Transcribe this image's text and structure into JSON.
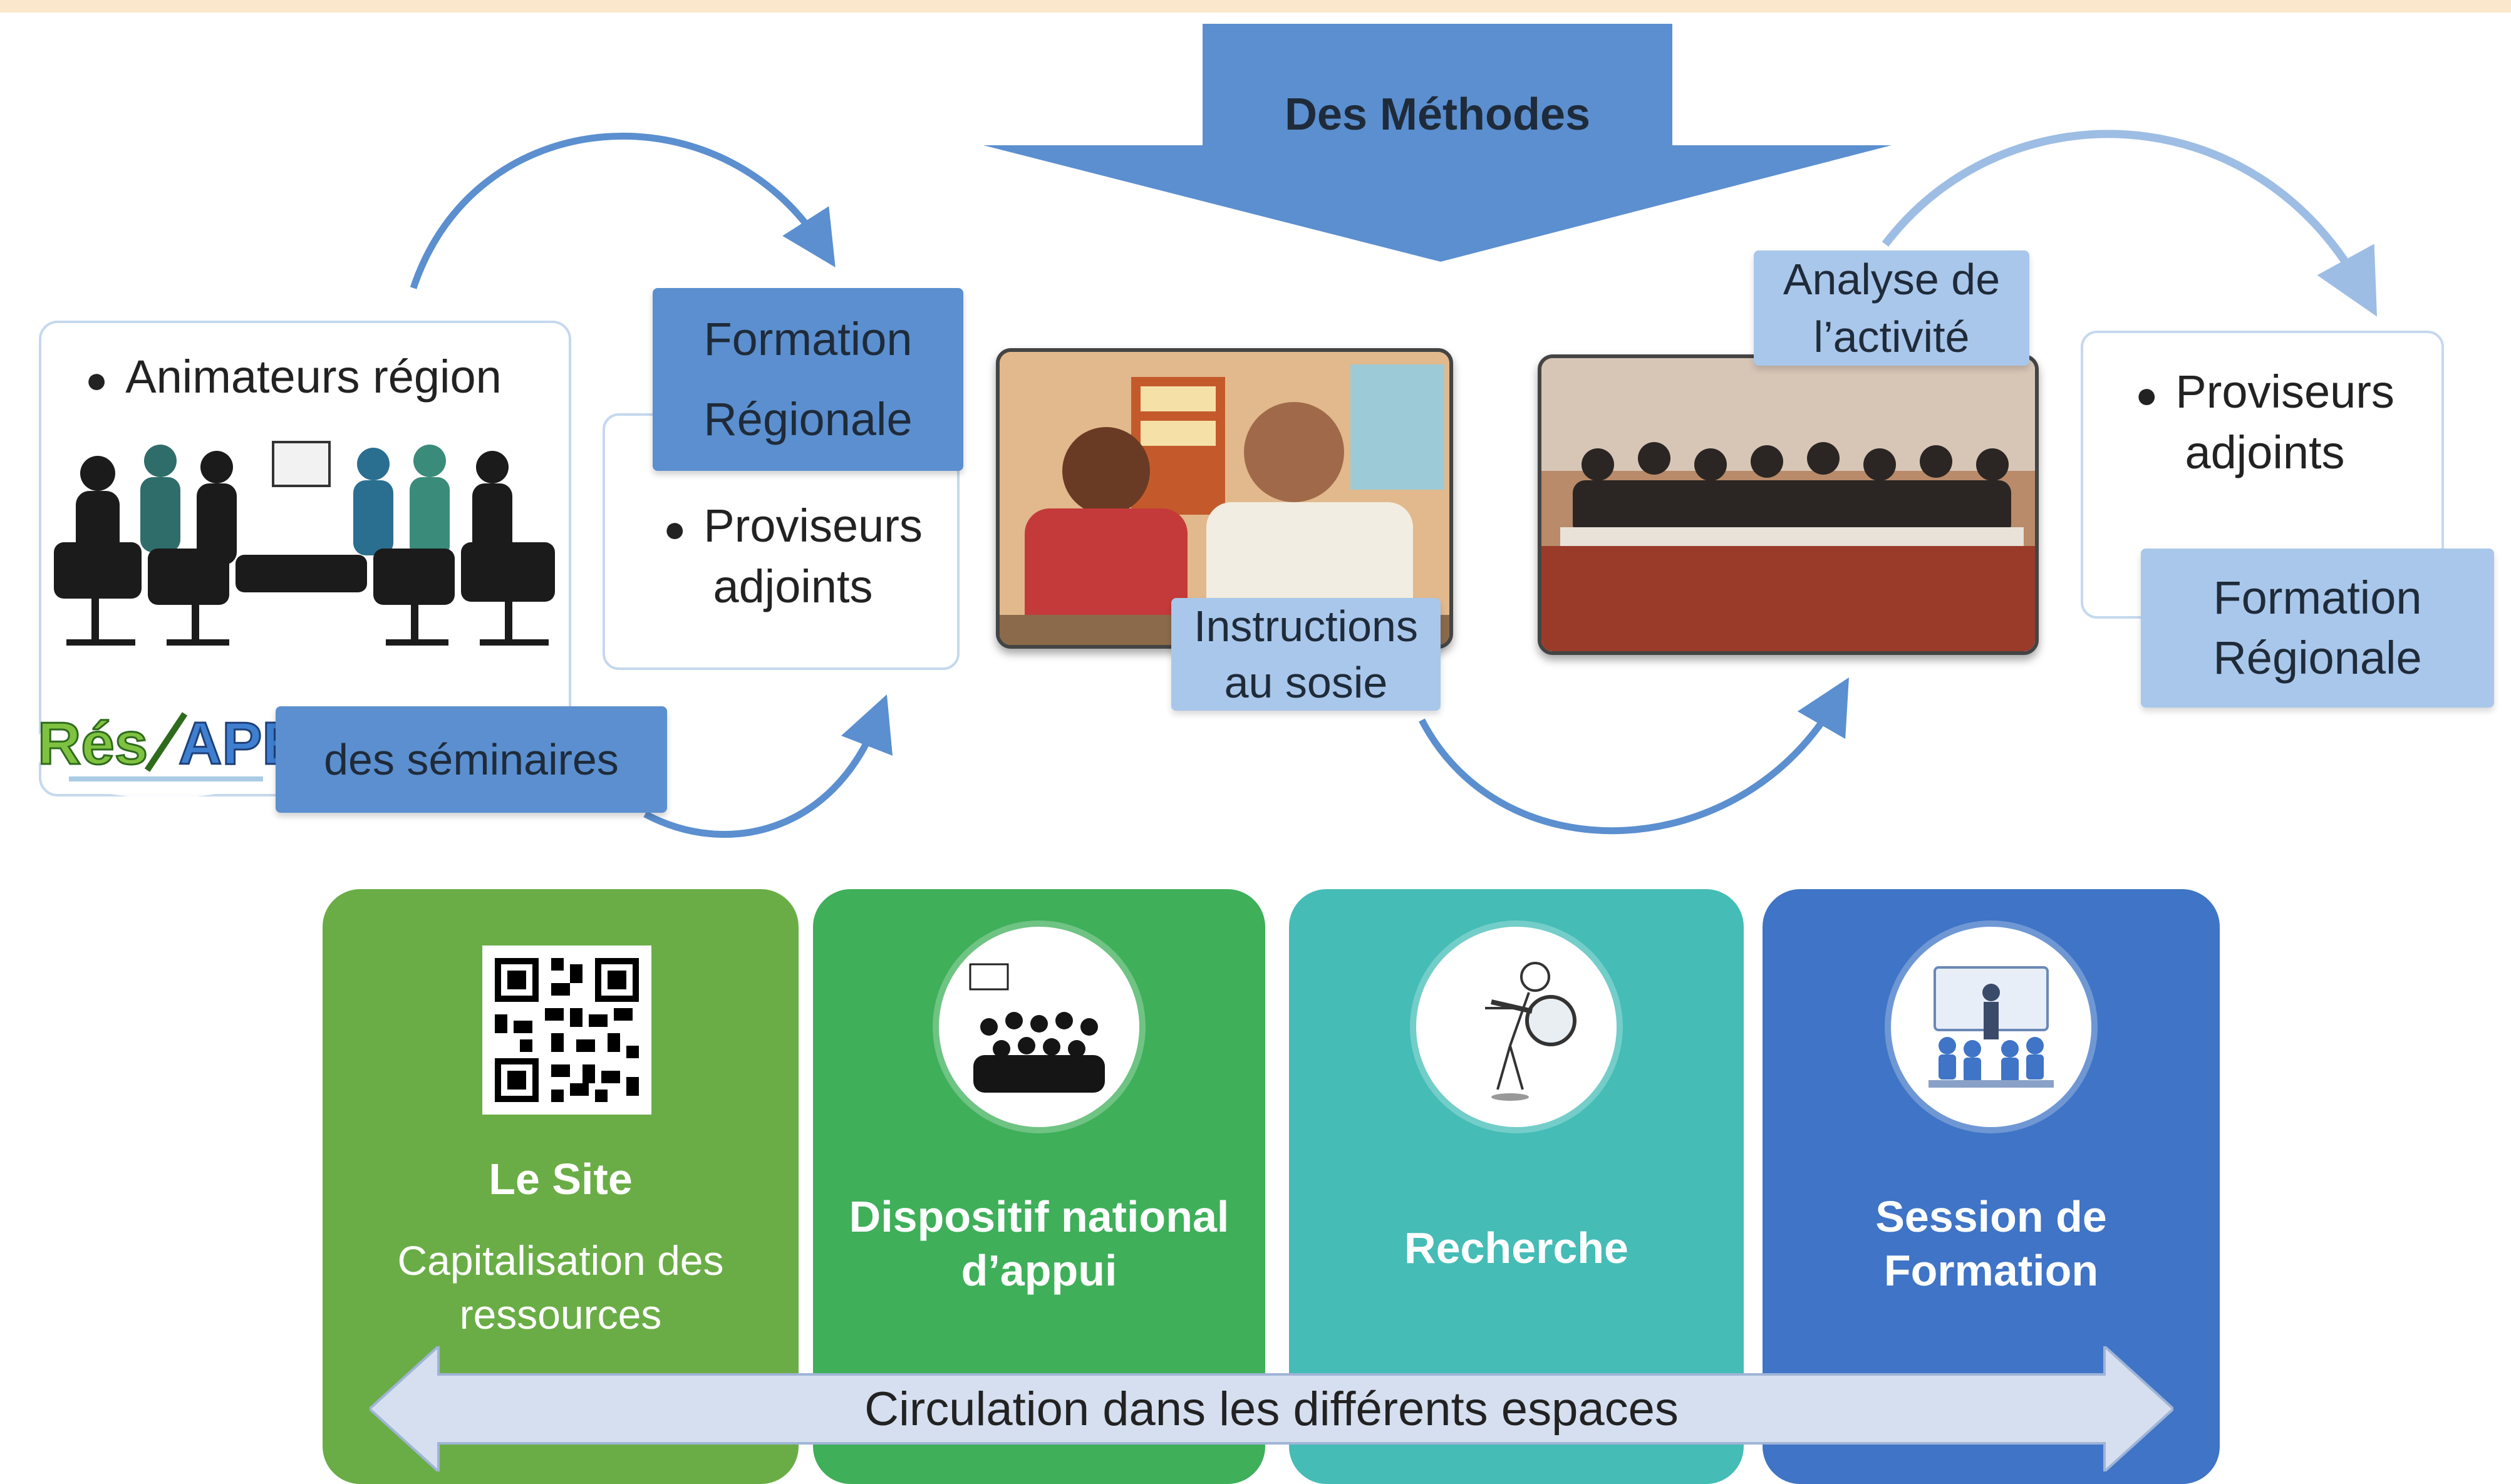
{
  "header": {
    "title": "Des Méthodes"
  },
  "left": {
    "card_bullet": "Animateurs région",
    "logo_text": "RésAPE",
    "seminars_label": "des séminaires"
  },
  "formation_left": {
    "tag_line1": "Formation",
    "tag_line2": "Régionale",
    "bullet_line1": "Proviseurs",
    "bullet_line2": "adjoints"
  },
  "center": {
    "instructions_line1": "Instructions",
    "instructions_line2": "au sosie",
    "analyse_line1": "Analyse de",
    "analyse_line2": "l’activité"
  },
  "right": {
    "bullet_line1": "Proviseurs",
    "bullet_line2": "adjoints",
    "tag_line1": "Formation",
    "tag_line2": "Régionale"
  },
  "panels": [
    {
      "title": "Le Site",
      "subtitle_line1": "Capitalisation des",
      "subtitle_line2": "ressources",
      "color": "#6aad46"
    },
    {
      "title_line1": "Dispositif national",
      "title_line2": "d’appui",
      "color": "#3faf5a"
    },
    {
      "title": "Recherche",
      "color": "#45bcb6"
    },
    {
      "title_line1": "Session de",
      "title_line2": "Formation",
      "color": "#3f74c6"
    }
  ],
  "circulation": {
    "label": "Circulation dans les différents espaces"
  },
  "colors": {
    "tag_blue": "#5b8fcf",
    "tag_light": "#a9c7ea",
    "arrow_blue": "#5b8fcf",
    "topbar": "#fbe8cc"
  }
}
